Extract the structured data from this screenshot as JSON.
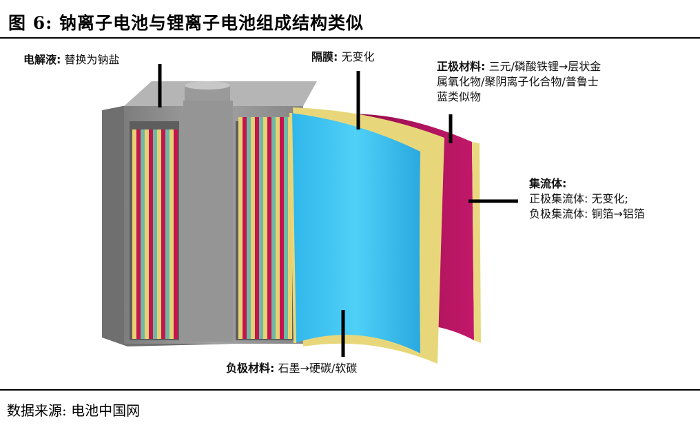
{
  "figure": {
    "title": "图 6:  钠离子电池与锂离子电池组成结构类似",
    "source": "数据来源:  电池中国网"
  },
  "labels": {
    "electrolyte": {
      "name": "电解液:",
      "text": " 替换为钠盐"
    },
    "separator": {
      "name": "隔膜:",
      "text": " 无变化"
    },
    "cathode": {
      "name": "正极材料:",
      "line1": " 三元/磷酸铁锂→层状金",
      "line2": "属氧化物/聚阴离子化合物/普鲁士",
      "line3": "蓝类似物"
    },
    "collector": {
      "name": "集流体:",
      "line1": "正极集流体:  无变化;",
      "line2": "负极集流体:  铜箔→铝箔"
    },
    "anode": {
      "name": "负极材料:",
      "text": " 石墨→硬碳/软碳"
    }
  },
  "colors": {
    "casing": "#8f8f8f",
    "anode_sheet": "#3ec3f2",
    "separator_sheet": "#e8d77a",
    "cathode_sheet": "#b0125a"
  }
}
